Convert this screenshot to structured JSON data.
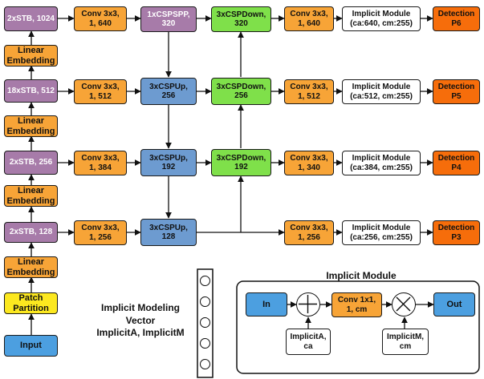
{
  "backbone": [
    "2xSTB, 1024",
    "Linear\nEmbedding",
    "18xSTB, 512",
    "Linear\nEmbedding",
    "2xSTB, 256",
    "Linear\nEmbedding",
    "2xSTB, 128",
    "Linear\nEmbedding",
    "Patch\nPartition",
    "Input"
  ],
  "conv_left": [
    "Conv 3x3,\n1, 640",
    "Conv 3x3,\n1, 512",
    "Conv 3x3,\n1, 384",
    "Conv 3x3,\n1, 256"
  ],
  "csp_left": [
    "1xCSPSPP,\n320",
    "3xCSPUp,\n256",
    "3xCSPUp,\n192",
    "3xCSPUp,\n128"
  ],
  "csp_down": [
    "3xCSPDown,\n320",
    "3xCSPDown,\n256",
    "3xCSPDown,\n192"
  ],
  "conv_right": [
    "Conv 3x3,\n1, 640",
    "Conv 3x3,\n1, 512",
    "Conv 3x3,\n1, 340",
    "Conv 3x3,\n1, 256"
  ],
  "implicit": [
    "Implicit Module\n(ca:640, cm:255)",
    "Implicit Module\n(ca:512, cm:255)",
    "Implicit Module\n(ca:384, cm:255)",
    "Implicit Module\n(ca:256, cm:255)"
  ],
  "detection": [
    "Detection\nP6",
    "Detection\nP5",
    "Detection\nP4",
    "Detection\nP3"
  ],
  "vector_caption": "Implicit Modeling\nVector\nImplicitA, ImplicitM",
  "legend": {
    "title": "Implicit Module",
    "in": "In",
    "conv": "Conv 1x1,\n1, cm",
    "out": "Out",
    "implicit_a": "ImplicitA,\nca",
    "implicit_m": "ImplicitM,\ncm"
  },
  "colors": {
    "stb": "#a77ba9",
    "embedding": "#f7a437",
    "patch": "#fce81f",
    "input": "#4c9fe0",
    "csp_up": "#6d9bd0",
    "csp_down": "#7fe04a",
    "detection": "#f66d0b",
    "implicit": "#ffffff"
  }
}
